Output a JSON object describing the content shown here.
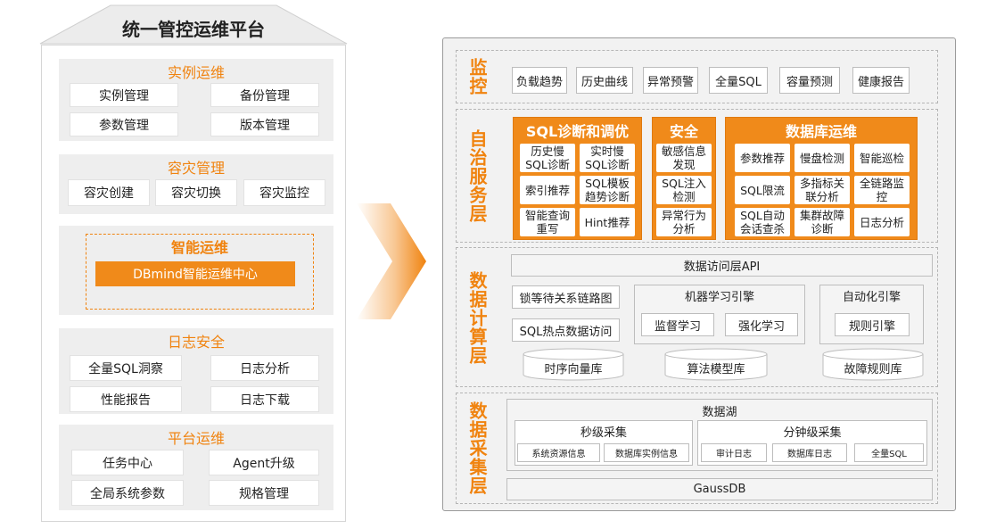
{
  "platform": {
    "title": "统一管控运维平台",
    "sections": {
      "instance": {
        "title": "实例运维",
        "items": [
          "实例管理",
          "备份管理",
          "参数管理",
          "版本管理"
        ]
      },
      "dr": {
        "title": "容灾管理",
        "items": [
          "容灾创建",
          "容灾切换",
          "容灾监控"
        ]
      },
      "ai": {
        "title": "智能运维",
        "button": "DBmind智能运维中心"
      },
      "log": {
        "title": "日志安全",
        "items": [
          "全量SQL洞察",
          "日志分析",
          "性能报告",
          "日志下载"
        ]
      },
      "ops": {
        "title": "平台运维",
        "items": [
          "任务中心",
          "Agent升级",
          "全局系统参数",
          "规格管理"
        ]
      }
    }
  },
  "architecture": {
    "monitor": {
      "label": "监控",
      "items": [
        "负载趋势",
        "历史曲线",
        "异常预警",
        "全量SQL",
        "容量预测",
        "健康报告"
      ]
    },
    "autonomous": {
      "label": "自治服务层",
      "sql": {
        "title": "SQL诊断和调优",
        "items": [
          "历史慢SQL诊断",
          "实时慢SQL诊断",
          "索引推荐",
          "SQL模板趋势诊断",
          "智能查询重写",
          "Hint推荐"
        ]
      },
      "security": {
        "title": "安全",
        "items": [
          "敏感信息发现",
          "SQL注入检测",
          "异常行为分析"
        ]
      },
      "dbops": {
        "title": "数据库运维",
        "items": [
          "参数推荐",
          "慢盘检测",
          "智能巡检",
          "SQL限流",
          "多指标关联分析",
          "全链路监控",
          "SQL自动会话查杀",
          "集群故障诊断",
          "日志分析"
        ]
      }
    },
    "compute": {
      "label": "数据计算层",
      "api": "数据访问层API",
      "lock": "锁等待关系链路图",
      "hotspot": "SQL热点数据访问",
      "ml": {
        "title": "机器学习引擎",
        "items": [
          "监督学习",
          "强化学习"
        ]
      },
      "auto": {
        "title": "自动化引擎",
        "items": [
          "规则引擎"
        ]
      },
      "stores": [
        "时序向量库",
        "算法模型库",
        "故障规则库"
      ]
    },
    "collect": {
      "label": "数据采集层",
      "lake": "数据湖",
      "second": {
        "title": "秒级采集",
        "items": [
          "系统资源信息",
          "数据库实例信息"
        ]
      },
      "minute": {
        "title": "分钟级采集",
        "items": [
          "审计日志",
          "数据库日志",
          "全量SQL"
        ]
      },
      "db": "GaussDB"
    }
  },
  "colors": {
    "accent": "#f0830f",
    "panel": "#eeeeee",
    "frame": "#f2f2f2"
  }
}
